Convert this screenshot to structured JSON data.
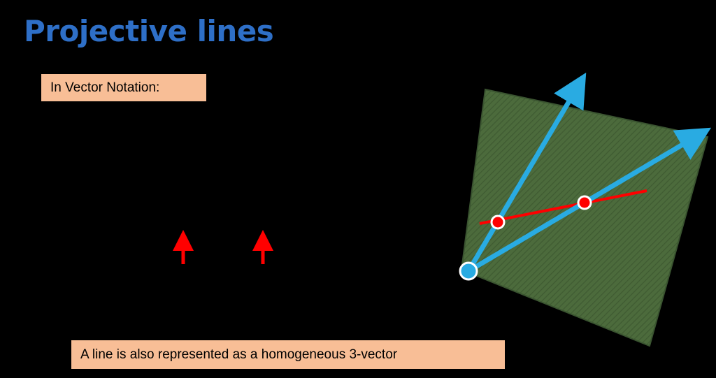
{
  "slide": {
    "background_color": "#000000",
    "title": "Projective lines",
    "title_color": "#2E6FC7"
  },
  "callouts": [
    {
      "id": "vector-notation",
      "text": "In Vector Notation:",
      "background_color": "#F8BE96",
      "text_color": "#000000"
    },
    {
      "id": "line-3vector",
      "text": "A line is also represented as a homogeneous 3-vector",
      "background_color": "#F8BE96",
      "text_color": "#000000"
    }
  ],
  "arrows": {
    "up_arrow_color": "#FF0000",
    "count": 2,
    "label": "red up arrows pointing at equation placeholders"
  },
  "diagram": {
    "description": "Projective geometry figure: a green textured plane with a red line on it, two cyan rays from an origin point, and two red intersection points",
    "plane_color": "#4C6B3C",
    "plane_edge_color": "#3A5430",
    "ray_color": "#29ABE2",
    "line_color": "#FF0000",
    "origin_point_label": "origin",
    "intersection_points": 2
  }
}
